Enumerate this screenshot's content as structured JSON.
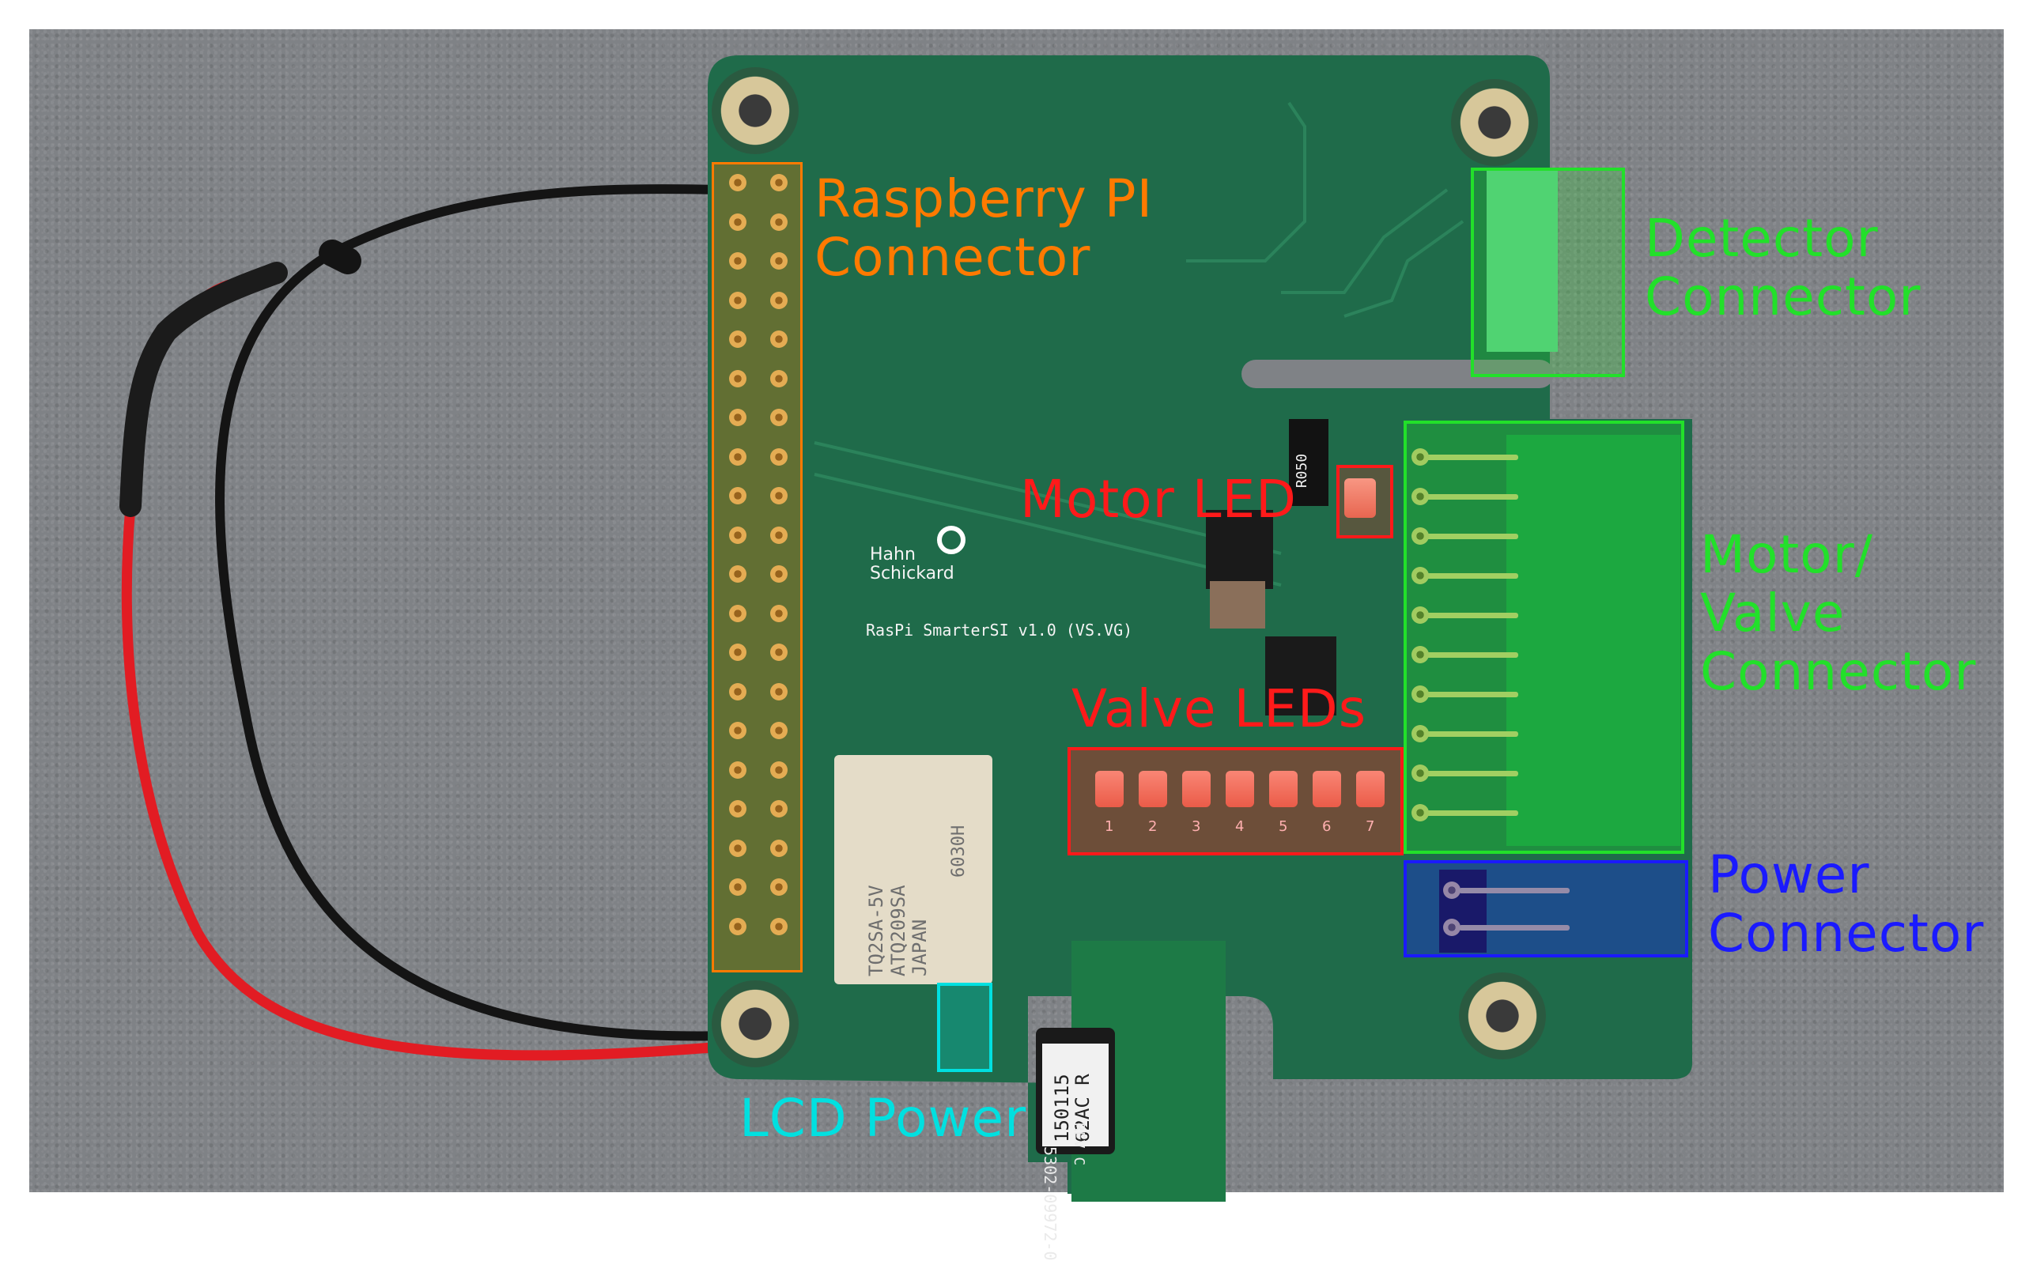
{
  "labels": {
    "raspberry": "Raspberry PI\nConnector",
    "detector": "Detector\nConnector",
    "motor_led": "Motor LED",
    "motor_valve": "Motor/\nValve\nConnector",
    "valve_leds": "Valve LEDs",
    "power": "Power\nConnector",
    "lcd_power": "LCD Power"
  },
  "pcb_text": {
    "brand_line1": "Hahn",
    "brand_line2": "Schickard",
    "board_name": "RasPi SmarterSI v1.0 (VS.VG)",
    "resistor_code": "R050",
    "relay_line1": "TQ2SA-5V",
    "relay_line2": "ATQ209SA",
    "relay_line3": "JAPAN",
    "relay_code": "6030H",
    "module_code": "5302-09972-0",
    "inductor_line1": "150115",
    "inductor_line2": "62AC R",
    "module_rev": "REV C"
  },
  "led_numbers": [
    "1",
    "2",
    "3",
    "4",
    "5",
    "6",
    "7"
  ],
  "colors": {
    "orange": "#ff7a00",
    "green": "#22e02a",
    "red": "#ff1a1a",
    "blue": "#1a1aff",
    "cyan": "#00e0e0",
    "pcb": "#1f6b4a"
  }
}
